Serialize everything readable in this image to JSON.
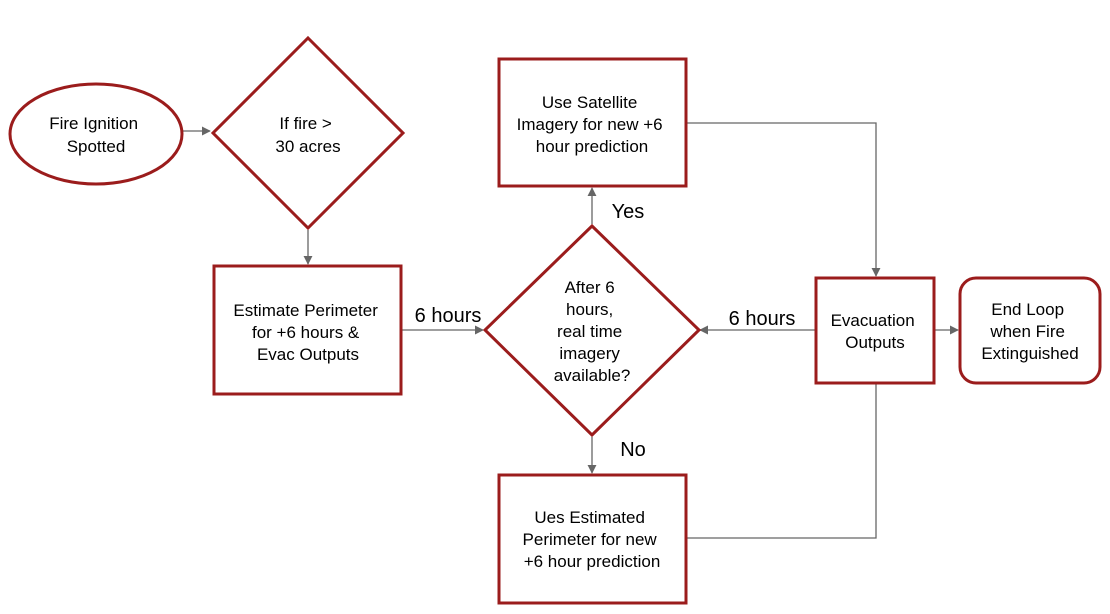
{
  "diagram": {
    "colors": {
      "node_border": "#9b1c1c",
      "connector": "#666666",
      "background": "#ffffff",
      "text": "#000000"
    },
    "nodes": {
      "start": {
        "shape": "ellipse",
        "lines": [
          "Fire Ignition",
          "Spotted"
        ]
      },
      "size_check": {
        "shape": "diamond",
        "lines": [
          "If fire >",
          "30 acres"
        ]
      },
      "estimate": {
        "shape": "rectangle",
        "lines": [
          "Estimate Perimeter",
          "for +6 hours &",
          "Evac Outputs"
        ]
      },
      "imagery_check": {
        "shape": "diamond",
        "lines": [
          "After 6",
          "hours,",
          "real time",
          "imagery",
          "available?"
        ]
      },
      "satellite": {
        "shape": "rectangle",
        "lines": [
          "Use Satellite",
          "Imagery for new +6",
          "hour prediction"
        ]
      },
      "estimated_perimeter": {
        "shape": "rectangle",
        "lines": [
          "Ues Estimated",
          "Perimeter for new",
          "+6 hour prediction"
        ]
      },
      "evacuation": {
        "shape": "rectangle",
        "lines": [
          "Evacuation",
          "Outputs"
        ]
      },
      "end": {
        "shape": "rounded-rectangle",
        "lines": [
          "End Loop",
          "when Fire",
          "Extinguished"
        ]
      }
    },
    "edges": [
      {
        "from": "start",
        "to": "size_check",
        "label": ""
      },
      {
        "from": "size_check",
        "to": "estimate",
        "label": ""
      },
      {
        "from": "estimate",
        "to": "imagery_check",
        "label": "6 hours"
      },
      {
        "from": "imagery_check",
        "to": "satellite",
        "label": "Yes"
      },
      {
        "from": "imagery_check",
        "to": "estimated_perimeter",
        "label": "No"
      },
      {
        "from": "satellite",
        "to": "evacuation",
        "label": ""
      },
      {
        "from": "estimated_perimeter",
        "to": "evacuation",
        "label": ""
      },
      {
        "from": "evacuation",
        "to": "imagery_check",
        "label": "6 hours"
      },
      {
        "from": "evacuation",
        "to": "end",
        "label": ""
      }
    ]
  }
}
